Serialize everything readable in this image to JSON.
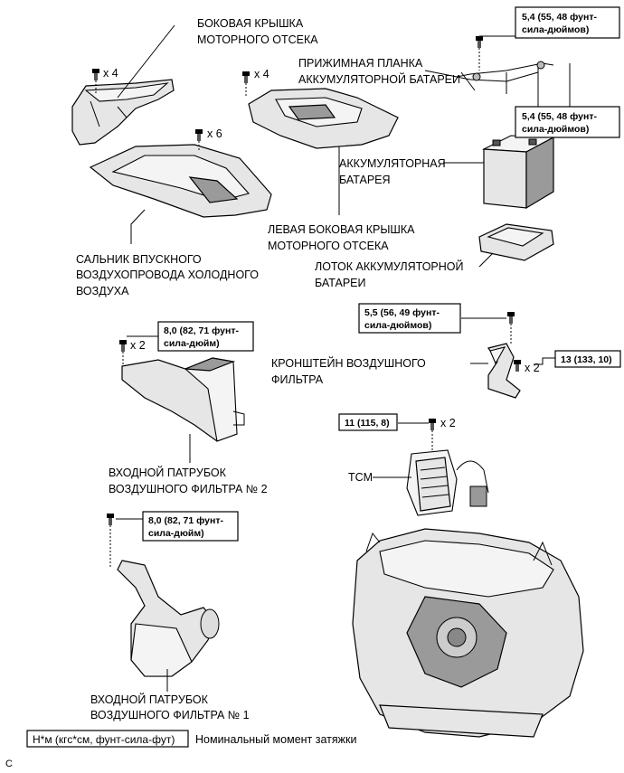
{
  "labels": {
    "side_cover_1": "БОКОВАЯ КРЫШКА",
    "side_cover_2": "МОТОРНОГО ОТСЕКА",
    "clamp_1": "ПРИЖИМНАЯ ПЛАНКА",
    "clamp_2": "АККУМУЛЯТОРНОЙ БАТАРЕИ",
    "battery_1": "АККУМУЛЯТОРНАЯ",
    "battery_2": "БАТАРЕЯ",
    "left_cover_1": "ЛЕВАЯ БОКОВАЯ КРЫШКА",
    "left_cover_2": "МОТОРНОГО ОТСЕКА",
    "tray_1": "ЛОТОК АККУМУЛЯТОРНОЙ",
    "tray_2": "БАТАРЕИ",
    "seal_1": "САЛЬНИК ВПУСКНОГО",
    "seal_2": "ВОЗДУХОПРОВОДА ХОЛОДНОГО",
    "seal_3": "ВОЗДУХА",
    "bracket_1": "КРОНШТЕЙН ВОЗДУШНОГО",
    "bracket_2": "ФИЛЬТРА",
    "inlet2_1": "ВХОДНОЙ ПАТРУБОК",
    "inlet2_2": "ВОЗДУШНОГО ФИЛЬТРА № 2",
    "tcm": "TCM",
    "inlet1_1": "ВХОДНОЙ ПАТРУБОК",
    "inlet1_2": "ВОЗДУШНОГО ФИЛЬТРА № 1",
    "legend_text": "Номинальный момент затяжки",
    "corner_letter": "C"
  },
  "multipliers": {
    "side_cover": "x 4",
    "left_cover": "x 4",
    "seal": "x 6",
    "inlet2": "x 2",
    "bracket": "x 2",
    "tcm": "x 2"
  },
  "torque_boxes": {
    "clamp_top_1": "5,4 (55, 48 фунт-",
    "clamp_top_2": "сила-дюймов)",
    "clamp_right_1": "5,4 (55, 48 фунт-",
    "clamp_right_2": "сила-дюймов)",
    "bracket_top_1": "5,5 (56, 49 фунт-",
    "bracket_top_2": "сила-дюймов)",
    "bracket_right": "13 (133, 10)",
    "inlet2_1": "8,0 (82, 71 фунт-",
    "inlet2_2": "сила-дюйм)",
    "tcm": "11 (115, 8)",
    "inlet1_1": "8,0 (82, 71 фунт-",
    "inlet1_2": "сила-дюйм)",
    "legend": "Н*м (кгс*см, фунт-сила-фут)"
  }
}
